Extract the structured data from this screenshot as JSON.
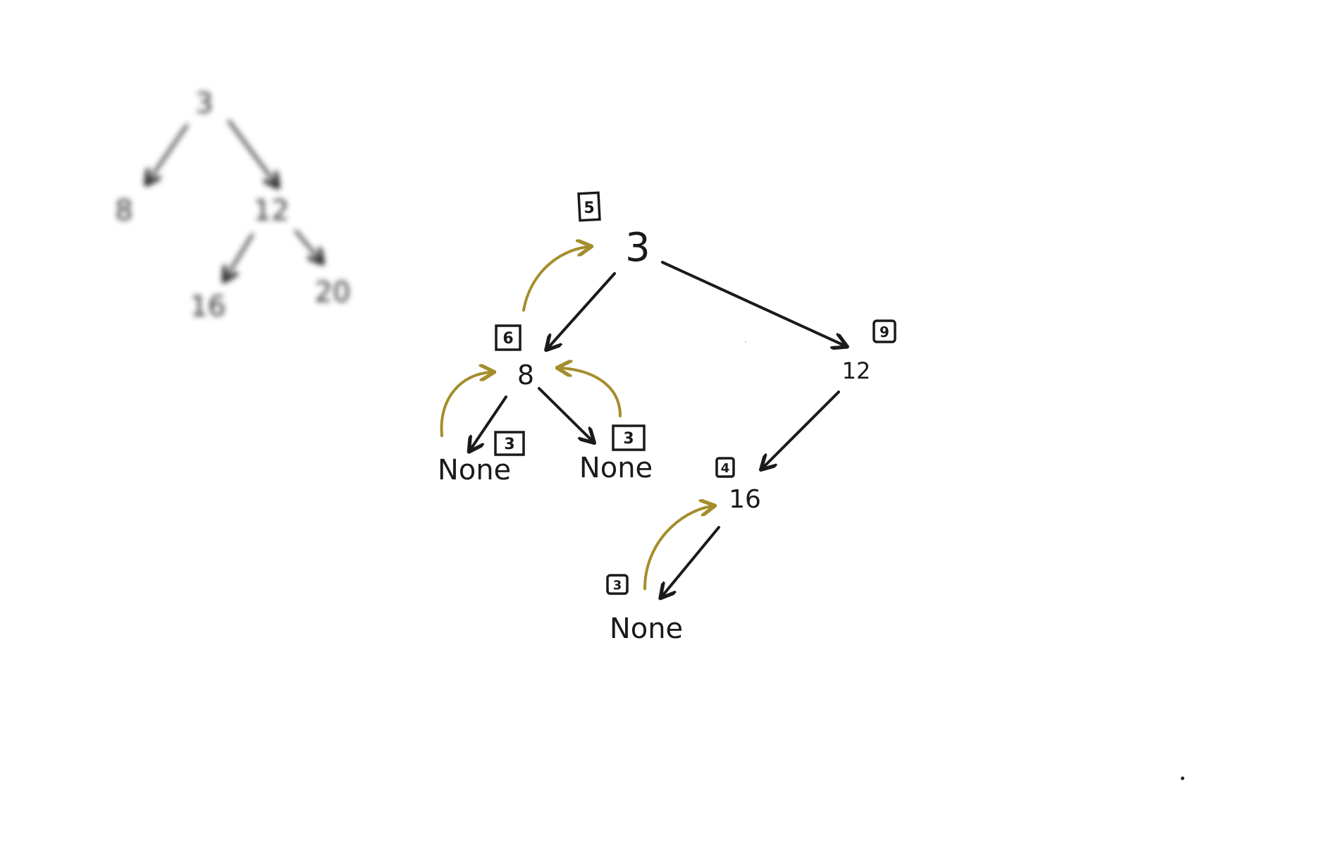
{
  "colors": {
    "ink": "#1a1a1a",
    "return_arrow": "#a48e2c",
    "background": "#ffffff"
  },
  "reference_tree": {
    "nodes": [
      {
        "id": "r3",
        "label": "3"
      },
      {
        "id": "r8",
        "label": "8"
      },
      {
        "id": "r12",
        "label": "12"
      },
      {
        "id": "r16",
        "label": "16"
      },
      {
        "id": "r20",
        "label": "20"
      }
    ],
    "edges": [
      [
        "r3",
        "r8"
      ],
      [
        "r3",
        "r12"
      ],
      [
        "r12",
        "r16"
      ],
      [
        "r12",
        "r20"
      ]
    ]
  },
  "main_tree": {
    "nodes": [
      {
        "id": "n3",
        "label": "3",
        "badge": "5"
      },
      {
        "id": "n8",
        "label": "8",
        "badge": "6"
      },
      {
        "id": "n12",
        "label": "12",
        "badge": "9"
      },
      {
        "id": "none1",
        "label": "None",
        "badge": "3"
      },
      {
        "id": "none2",
        "label": "None",
        "badge": "3"
      },
      {
        "id": "n16",
        "label": "16",
        "badge": "4"
      },
      {
        "id": "none3",
        "label": "None",
        "badge": "3"
      }
    ],
    "edges": [
      [
        "n3",
        "n8"
      ],
      [
        "n3",
        "n12"
      ],
      [
        "n8",
        "none1"
      ],
      [
        "n8",
        "none2"
      ],
      [
        "n12",
        "n16"
      ],
      [
        "n16",
        "none3"
      ]
    ],
    "return_arrows": [
      [
        "n8",
        "n3"
      ],
      [
        "none1",
        "n8"
      ],
      [
        "none2",
        "n8"
      ],
      [
        "none3",
        "n16"
      ]
    ]
  }
}
